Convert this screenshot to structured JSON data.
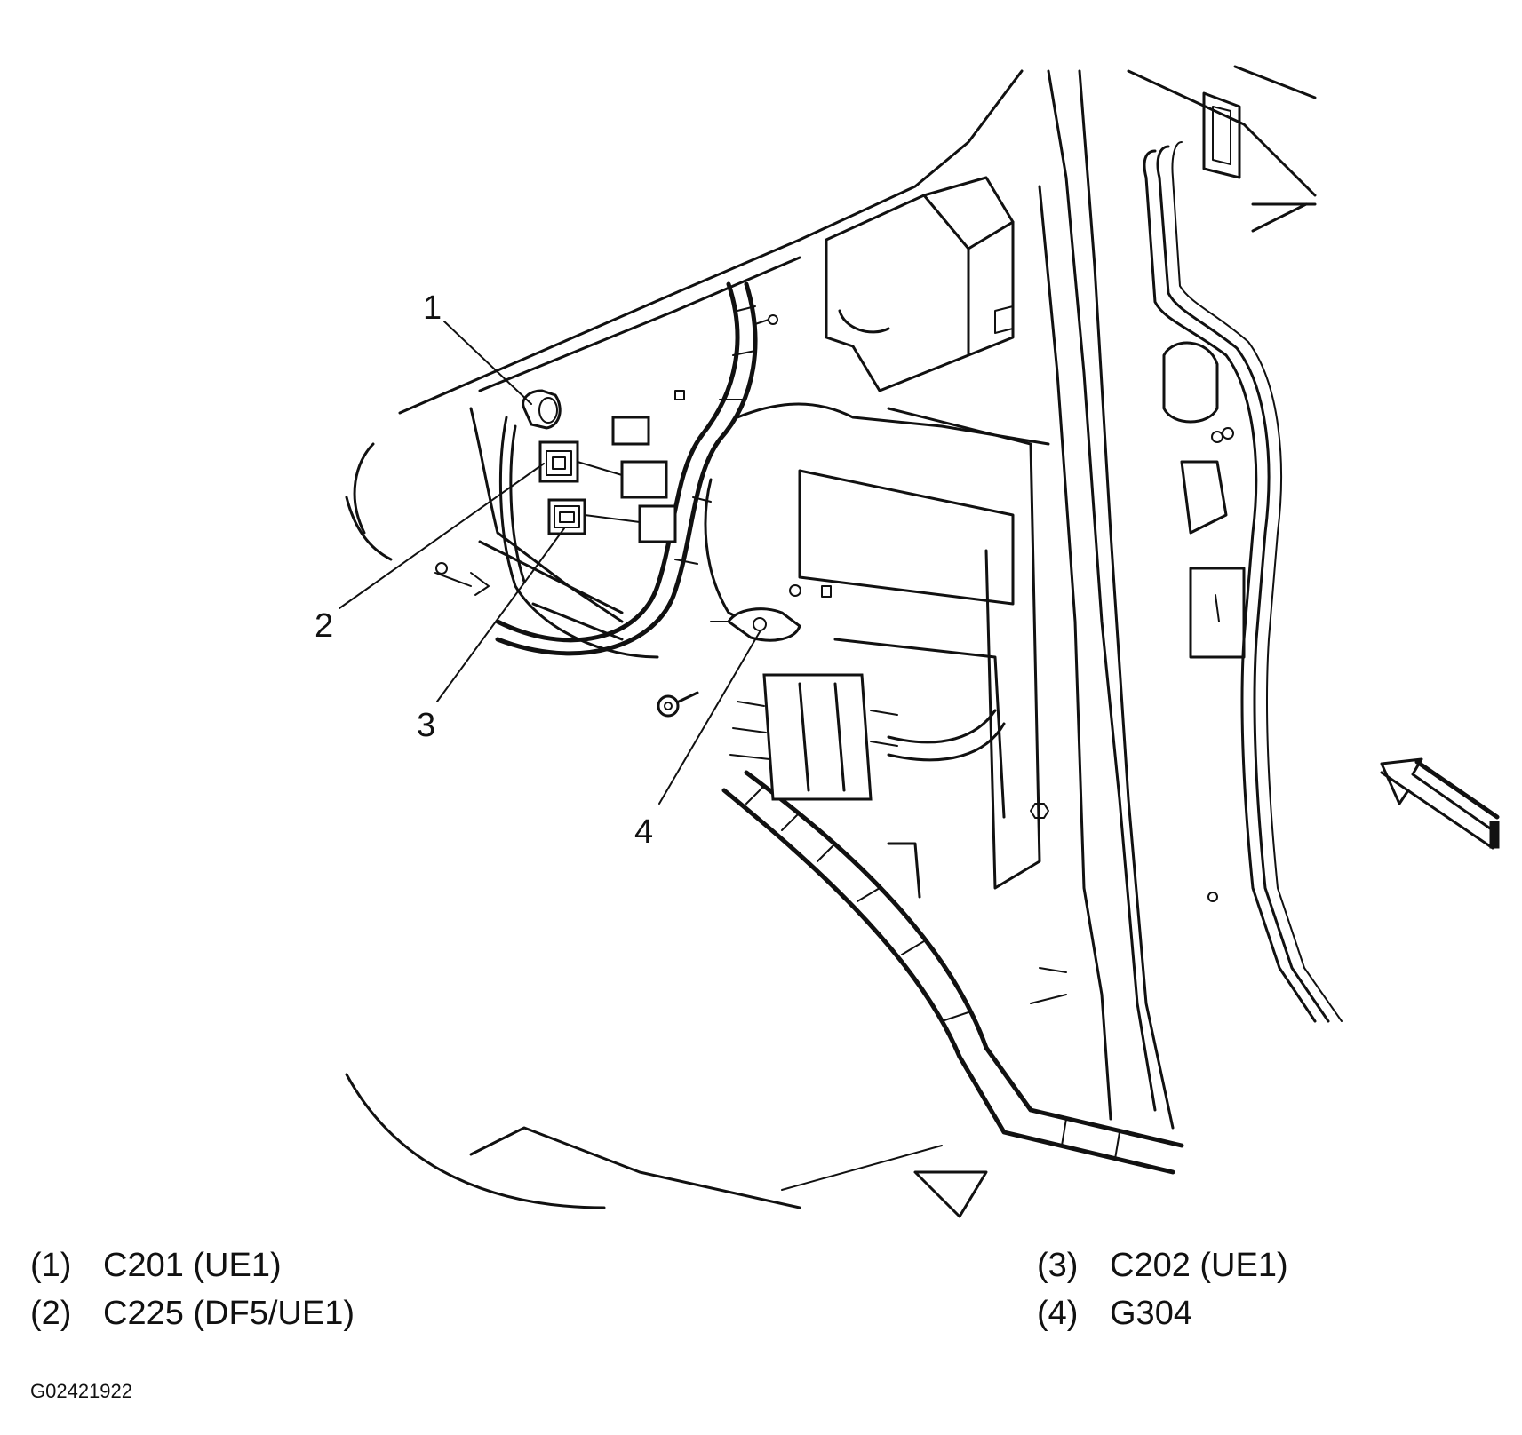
{
  "callouts": [
    "1",
    "2",
    "3",
    "4"
  ],
  "legend": [
    {
      "num": "(1)",
      "label": "C201 (UE1)"
    },
    {
      "num": "(2)",
      "label": "C225 (DF5/UE1)"
    },
    {
      "num": "(3)",
      "label": "C202 (UE1)"
    },
    {
      "num": "(4)",
      "label": "G304"
    }
  ],
  "figure_id": "G02421922",
  "colors": {
    "line": "#111111",
    "background": "#ffffff"
  }
}
